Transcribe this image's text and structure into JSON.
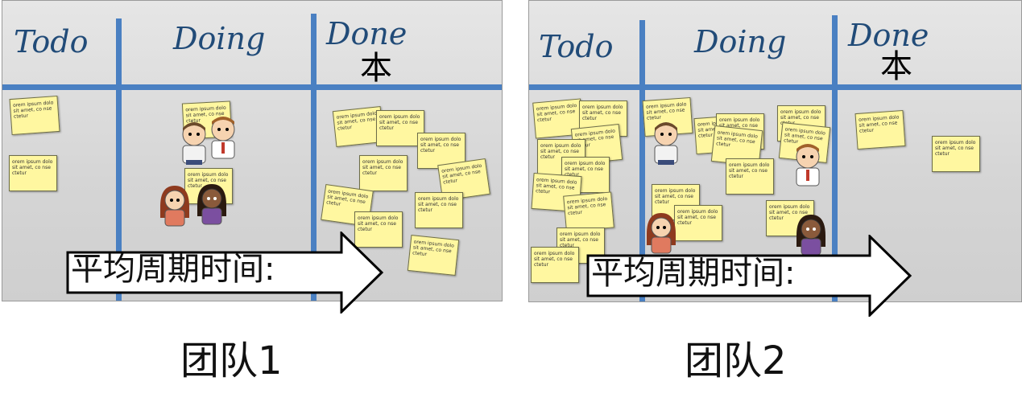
{
  "columns": [
    "Todo",
    "Doing",
    "Done"
  ],
  "done_marker": "本",
  "note_text": "orem ipsum dolo sit amet, co nse ctetur",
  "metric_label": "平均周期时间:",
  "teams": [
    {
      "label": "团队1"
    },
    {
      "label": "团队2"
    }
  ],
  "colors": {
    "column_line": "#4a80c2",
    "sticky_note": "#fff7a0",
    "title_text": "#214b78"
  }
}
